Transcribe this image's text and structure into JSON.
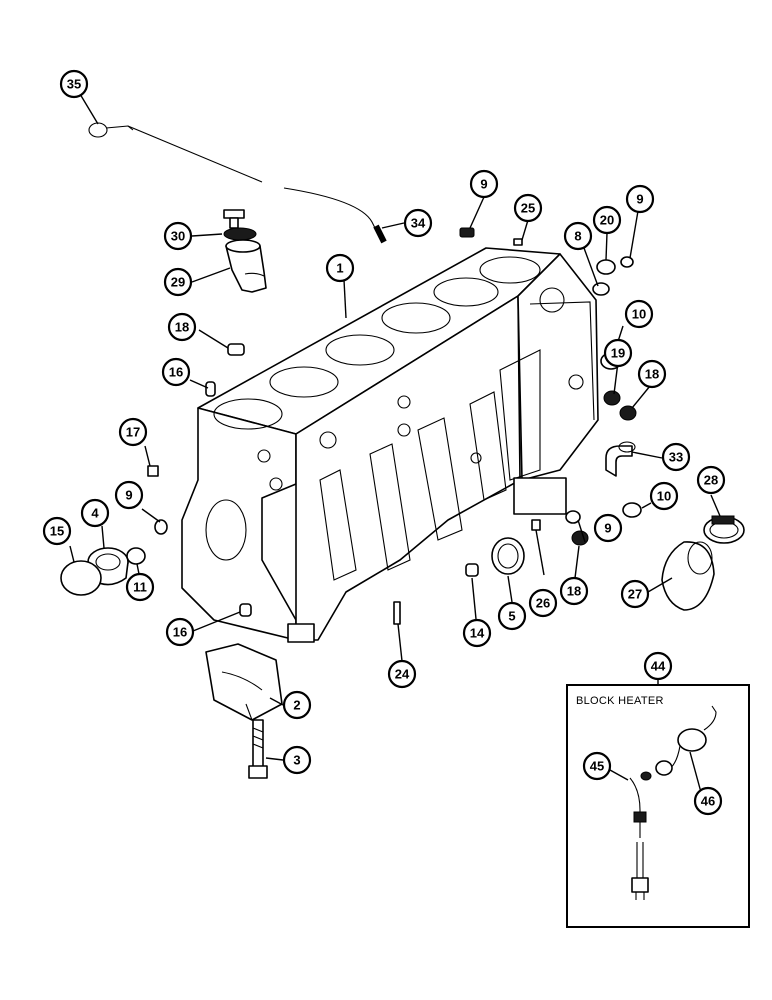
{
  "inset": {
    "title": "BLOCK HEATER"
  },
  "callouts": [
    {
      "id": "c35",
      "label": "35"
    },
    {
      "id": "c34",
      "label": "34"
    },
    {
      "id": "c30",
      "label": "30"
    },
    {
      "id": "c29",
      "label": "29"
    },
    {
      "id": "c9a",
      "label": "9"
    },
    {
      "id": "c25",
      "label": "25"
    },
    {
      "id": "c20",
      "label": "20"
    },
    {
      "id": "c9b",
      "label": "9"
    },
    {
      "id": "c8",
      "label": "8"
    },
    {
      "id": "c1",
      "label": "1"
    },
    {
      "id": "c18a",
      "label": "18"
    },
    {
      "id": "c10a",
      "label": "10"
    },
    {
      "id": "c19",
      "label": "19"
    },
    {
      "id": "c18b",
      "label": "18"
    },
    {
      "id": "c16a",
      "label": "16"
    },
    {
      "id": "c17",
      "label": "17"
    },
    {
      "id": "c33",
      "label": "33"
    },
    {
      "id": "c28",
      "label": "28"
    },
    {
      "id": "c10b",
      "label": "10"
    },
    {
      "id": "c9c",
      "label": "9"
    },
    {
      "id": "c4",
      "label": "4"
    },
    {
      "id": "c15",
      "label": "15"
    },
    {
      "id": "c11",
      "label": "11"
    },
    {
      "id": "c9d",
      "label": "9"
    },
    {
      "id": "c16b",
      "label": "16"
    },
    {
      "id": "c14",
      "label": "14"
    },
    {
      "id": "c5",
      "label": "5"
    },
    {
      "id": "c26",
      "label": "26"
    },
    {
      "id": "c18c",
      "label": "18"
    },
    {
      "id": "c27",
      "label": "27"
    },
    {
      "id": "c24",
      "label": "24"
    },
    {
      "id": "c2",
      "label": "2"
    },
    {
      "id": "c3",
      "label": "3"
    },
    {
      "id": "c44",
      "label": "44"
    },
    {
      "id": "c45",
      "label": "45"
    },
    {
      "id": "c46",
      "label": "46"
    }
  ]
}
